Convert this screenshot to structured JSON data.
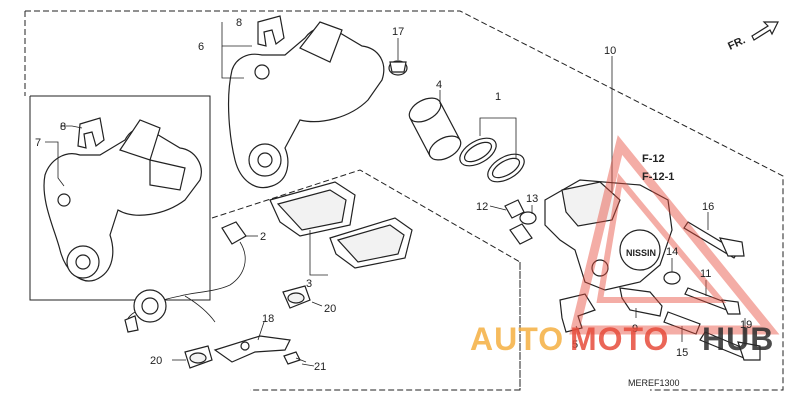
{
  "diagram": {
    "ref_code": "MEREF1300",
    "direction_label": "FR.",
    "refs": [
      "F-12",
      "F-12-1"
    ],
    "callouts": {
      "c1": "1",
      "c2": "2",
      "c3": "3",
      "c4": "4",
      "c5": "5",
      "c6": "6",
      "c7": "7",
      "c8a": "8",
      "c8b": "8",
      "c9": "9",
      "c10": "10",
      "c11": "11",
      "c12": "12",
      "c13": "13",
      "c14": "14",
      "c15": "15",
      "c16": "16",
      "c17": "17",
      "c18": "18",
      "c19": "19",
      "c20a": "20",
      "c20b": "20",
      "c21": "21"
    }
  },
  "watermark": {
    "word_a": "AUTO",
    "word_b": "MOTO",
    "word_c": "HUB",
    "color_a": "#f5b041",
    "color_b": "#e74c3c",
    "color_c": "#2c2c2c"
  }
}
